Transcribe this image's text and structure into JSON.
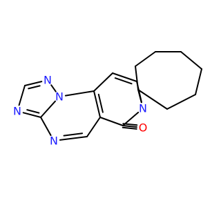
{
  "structure": {
    "atoms": [
      {
        "id": 0,
        "element": "N",
        "label": "N",
        "color": "#1a1aff"
      },
      {
        "id": 1,
        "element": "C",
        "label": "",
        "color": "#000000"
      },
      {
        "id": 2,
        "element": "C",
        "label": "",
        "color": "#000000"
      },
      {
        "id": 3,
        "element": "C",
        "label": "",
        "color": "#000000"
      },
      {
        "id": 4,
        "element": "C",
        "label": "",
        "color": "#000000"
      },
      {
        "id": 5,
        "element": "C",
        "label": "",
        "color": "#000000"
      },
      {
        "id": 6,
        "element": "O",
        "label": "O",
        "color": "#ff0000"
      },
      {
        "id": 7,
        "element": "C",
        "label": "",
        "color": "#000000"
      },
      {
        "id": 8,
        "element": "N",
        "label": "N",
        "color": "#1a1aff"
      },
      {
        "id": 9,
        "element": "C",
        "label": "",
        "color": "#000000"
      },
      {
        "id": 10,
        "element": "N",
        "label": "N",
        "color": "#1a1aff"
      },
      {
        "id": 11,
        "element": "N",
        "label": "N",
        "color": "#1a1aff"
      },
      {
        "id": 12,
        "element": "C",
        "label": "",
        "color": "#000000"
      },
      {
        "id": 13,
        "element": "N",
        "label": "N",
        "color": "#1a1aff"
      },
      {
        "id": 14,
        "element": "C",
        "label": "",
        "color": "#000000"
      },
      {
        "id": 15,
        "element": "C",
        "label": "",
        "color": "#000000"
      },
      {
        "id": 16,
        "element": "C",
        "label": "",
        "color": "#000000"
      },
      {
        "id": 17,
        "element": "C",
        "label": "",
        "color": "#000000"
      },
      {
        "id": 18,
        "element": "C",
        "label": "",
        "color": "#000000"
      },
      {
        "id": 19,
        "element": "C",
        "label": "",
        "color": "#000000"
      },
      {
        "id": 20,
        "element": "C",
        "label": "",
        "color": "#000000"
      },
      {
        "id": 21,
        "element": "C",
        "label": "",
        "color": "#000000"
      }
    ],
    "bonds": [
      {
        "a": 0,
        "b": 1,
        "order": 1
      },
      {
        "a": 1,
        "b": 2,
        "order": 2
      },
      {
        "a": 2,
        "b": 3,
        "order": 1
      },
      {
        "a": 3,
        "b": 4,
        "order": 2
      },
      {
        "a": 4,
        "b": 5,
        "order": 1
      },
      {
        "a": 5,
        "b": 0,
        "order": 1
      },
      {
        "a": 5,
        "b": 6,
        "order": 2
      },
      {
        "a": 4,
        "b": 7,
        "order": 1
      },
      {
        "a": 7,
        "b": 8,
        "order": 2
      },
      {
        "a": 8,
        "b": 9,
        "order": 1
      },
      {
        "a": 9,
        "b": 10,
        "order": 1
      },
      {
        "a": 10,
        "b": 3,
        "order": 1
      },
      {
        "a": 10,
        "b": 11,
        "order": 1
      },
      {
        "a": 11,
        "b": 12,
        "order": 2
      },
      {
        "a": 12,
        "b": 13,
        "order": 1
      },
      {
        "a": 13,
        "b": 9,
        "order": 2
      },
      {
        "a": 0,
        "b": 14,
        "order": 1
      },
      {
        "a": 14,
        "b": 15,
        "order": 1
      },
      {
        "a": 15,
        "b": 16,
        "order": 1
      },
      {
        "a": 16,
        "b": 17,
        "order": 1
      },
      {
        "a": 17,
        "b": 18,
        "order": 1
      },
      {
        "a": 18,
        "b": 19,
        "order": 1
      },
      {
        "a": 19,
        "b": 20,
        "order": 1
      },
      {
        "a": 20,
        "b": 14,
        "order": 1
      }
    ]
  }
}
